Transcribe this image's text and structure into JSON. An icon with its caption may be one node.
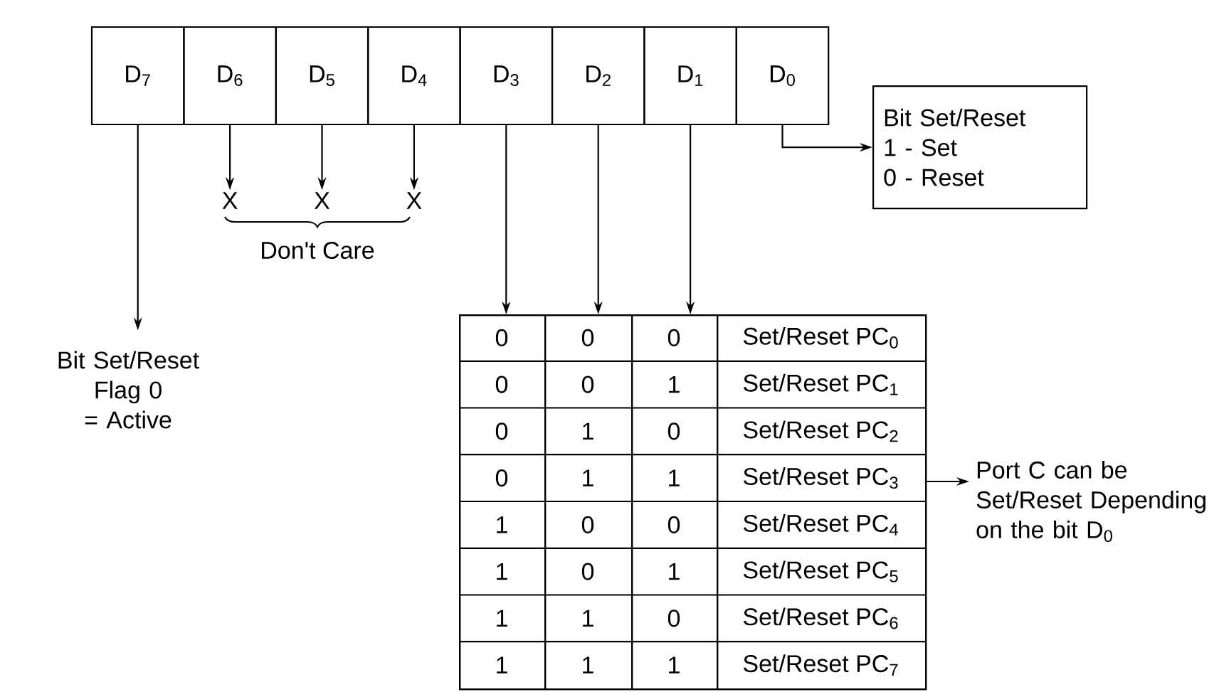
{
  "diagram": {
    "nodes": [
      {
        "text": [
          "D$_{7}$"
        ]
      },
      {
        "text": [
          "D$_{6}$"
        ]
      },
      {
        "text": [
          "D$_{5}$"
        ]
      },
      {
        "text": [
          "D$_{4}$"
        ]
      },
      {
        "text": [
          "D$_{3}$"
        ]
      },
      {
        "text": [
          "D$_{2}$"
        ]
      },
      {
        "text": [
          "D$_{1}$"
        ]
      },
      {
        "text": [
          "D$_{0}$"
        ]
      },
      {
        "text": [
          "X"
        ]
      },
      {
        "text": [
          "X"
        ]
      },
      {
        "text": [
          "X"
        ]
      },
      {
        "text": [
          "Bit Set/Reset",
          "1 - Set",
          "0 - Reset"
        ]
      },
      {
        "text": [
          "Bit Set/Reset Flag 0 = Active"
        ]
      },
      {
        "text": [],
        "shape": "box"
      },
      {
        "text": [
          "0",
          "0",
          "0",
          "0",
          "1",
          "1",
          "1",
          "1"
        ],
        "in": 13
      },
      {
        "text": [
          "0",
          "0",
          "1",
          "1",
          "0",
          "0",
          "1",
          "1"
        ],
        "in": 13
      },
      {
        "text": [
          "0",
          "1",
          "0",
          "1",
          "0",
          "1",
          "0",
          "1"
        ],
        "in": 13
      },
      {
        "text": [
          "Set/Reset PC$_{0}$",
          "Set/Reset PC$_{1}$",
          "Set/Reset PC$_{2}$",
          "Set/Reset PC$_{3}$",
          "Set/Reset PC$_{4}$",
          "Set/Reset PC$_{5}$",
          "Set/Reset PC$_{6}$",
          "Set/Reset PC$_{7}$"
        ],
        "in": 13
      },
      {
        "text": [
          "Port C can be Set/Reset Depending on the bit D$_{0}$"
        ]
      }
    ],
    "edges": [
      {
        "from": 0,
        "to": 12,
        "arrow": "to"
      },
      {
        "from": 1,
        "to": 8,
        "arrow": "to"
      },
      {
        "from": 2,
        "to": 9,
        "arrow": "to"
      },
      {
        "from": 3,
        "to": 10,
        "arrow": "to"
      },
      {
        "from": 4,
        "to": 14,
        "arrow": "to"
      },
      {
        "from": 5,
        "to": 15,
        "arrow": "to"
      },
      {
        "from": 6,
        "to": 16,
        "arrow": "to"
      },
      {
        "from": 7,
        "to": 11,
        "arrow": "to"
      },
      {
        "from": 17,
        "to": 18,
        "arrow": "to"
      }
    ],
    "labels": [
      "Don't Care"
    ]
  }
}
